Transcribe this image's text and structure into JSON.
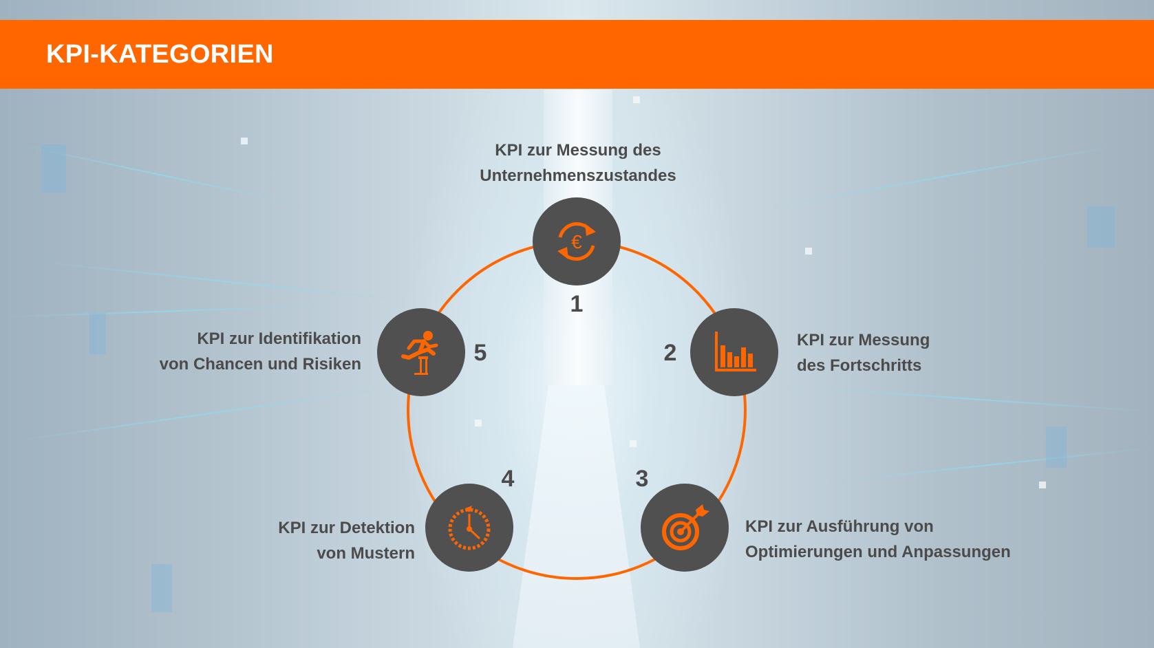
{
  "header": {
    "title": "KPI-KATEGORIEN"
  },
  "colors": {
    "accent": "#ff6600",
    "node_fill": "#505050",
    "text": "#4b4b4b",
    "header_text": "#ffffff"
  },
  "categories": [
    {
      "number": "1",
      "icon": "euro-exchange-icon",
      "lines": [
        "KPI zur Messung des",
        "Unternehmenszustandes"
      ]
    },
    {
      "number": "2",
      "icon": "bar-chart-icon",
      "lines": [
        "KPI zur Messung",
        "des Fortschritts"
      ]
    },
    {
      "number": "3",
      "icon": "target-arrow-icon",
      "lines": [
        "KPI zur Ausführung von",
        "Optimierungen und Anpassungen"
      ]
    },
    {
      "number": "4",
      "icon": "clock-icon",
      "lines": [
        "KPI zur Detektion",
        "von Mustern"
      ]
    },
    {
      "number": "5",
      "icon": "hurdle-runner-icon",
      "lines": [
        "KPI zur Identifikation",
        "von Chancen und Risiken"
      ]
    }
  ]
}
